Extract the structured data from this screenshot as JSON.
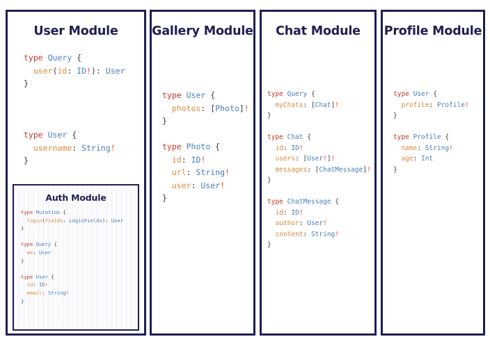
{
  "colors": {
    "border": "#1e1f50",
    "title": "#1e1f50",
    "background": "#ffffff",
    "keyword": "#c0392b",
    "type_name": "#4a7ebb",
    "field_name": "#d98a3f",
    "bang": "#e8452a",
    "punctuation": "#3b3b3b",
    "auth_panel_background": "#fbfbfd"
  },
  "panels": [
    {
      "id": "user",
      "title": "User Module",
      "code_lines": [
        [
          {
            "t": "type ",
            "c": "kw"
          },
          {
            "t": "Query",
            "c": "tn"
          },
          {
            "t": " {",
            "c": "pn"
          }
        ],
        [
          {
            "t": "  ",
            "c": "pn"
          },
          {
            "t": "user",
            "c": "fn"
          },
          {
            "t": "(",
            "c": "pn"
          },
          {
            "t": "id",
            "c": "fn"
          },
          {
            "t": ": ",
            "c": "pn"
          },
          {
            "t": "ID",
            "c": "tn"
          },
          {
            "t": "!",
            "c": "bang"
          },
          {
            "t": "): ",
            "c": "pn"
          },
          {
            "t": "User",
            "c": "tn"
          }
        ],
        [
          {
            "t": "}",
            "c": "pn"
          }
        ],
        [
          {
            "t": "",
            "c": "pn"
          }
        ],
        [
          {
            "t": "",
            "c": "pn"
          }
        ],
        [
          {
            "t": "",
            "c": "pn"
          }
        ],
        [
          {
            "t": "type ",
            "c": "kw"
          },
          {
            "t": "User",
            "c": "tn"
          },
          {
            "t": " {",
            "c": "pn"
          }
        ],
        [
          {
            "t": "  ",
            "c": "pn"
          },
          {
            "t": "username",
            "c": "fn"
          },
          {
            "t": ": ",
            "c": "pn"
          },
          {
            "t": "String",
            "c": "tn"
          },
          {
            "t": "!",
            "c": "bang"
          }
        ],
        [
          {
            "t": "}",
            "c": "pn"
          }
        ]
      ]
    },
    {
      "id": "auth",
      "title": "Auth Module",
      "code_lines": [
        [
          {
            "t": "type ",
            "c": "kw"
          },
          {
            "t": "Mutation",
            "c": "tn"
          },
          {
            "t": " {",
            "c": "pn"
          }
        ],
        [
          {
            "t": "  ",
            "c": "pn"
          },
          {
            "t": "login",
            "c": "fn"
          },
          {
            "t": "(",
            "c": "pn"
          },
          {
            "t": "fields",
            "c": "fn"
          },
          {
            "t": ": ",
            "c": "pn"
          },
          {
            "t": "LoginFields",
            "c": "tn"
          },
          {
            "t": "): ",
            "c": "pn"
          },
          {
            "t": "User",
            "c": "tn"
          }
        ],
        [
          {
            "t": "}",
            "c": "pn"
          }
        ],
        [
          {
            "t": "",
            "c": "pn"
          }
        ],
        [
          {
            "t": "type ",
            "c": "kw"
          },
          {
            "t": "Query",
            "c": "tn"
          },
          {
            "t": " {",
            "c": "pn"
          }
        ],
        [
          {
            "t": "  ",
            "c": "pn"
          },
          {
            "t": "me",
            "c": "fn"
          },
          {
            "t": ": ",
            "c": "pn"
          },
          {
            "t": "User",
            "c": "tn"
          }
        ],
        [
          {
            "t": "}",
            "c": "pn"
          }
        ],
        [
          {
            "t": "",
            "c": "pn"
          }
        ],
        [
          {
            "t": "type ",
            "c": "kw"
          },
          {
            "t": "User",
            "c": "tn"
          },
          {
            "t": " {",
            "c": "pn"
          }
        ],
        [
          {
            "t": "  ",
            "c": "pn"
          },
          {
            "t": "id",
            "c": "fn"
          },
          {
            "t": ": ",
            "c": "pn"
          },
          {
            "t": "ID",
            "c": "tn"
          },
          {
            "t": "!",
            "c": "bang"
          }
        ],
        [
          {
            "t": "  ",
            "c": "pn"
          },
          {
            "t": "email",
            "c": "fn"
          },
          {
            "t": ": ",
            "c": "pn"
          },
          {
            "t": "String",
            "c": "tn"
          },
          {
            "t": "!",
            "c": "bang"
          }
        ],
        [
          {
            "t": "}",
            "c": "pn"
          }
        ]
      ]
    },
    {
      "id": "gallery",
      "title": "Gallery Module",
      "code_lines": [
        [
          {
            "t": "type ",
            "c": "kw"
          },
          {
            "t": "User",
            "c": "tn"
          },
          {
            "t": " {",
            "c": "pn"
          }
        ],
        [
          {
            "t": "  ",
            "c": "pn"
          },
          {
            "t": "photos",
            "c": "fn"
          },
          {
            "t": ": [",
            "c": "pn"
          },
          {
            "t": "Photo",
            "c": "tn"
          },
          {
            "t": "]",
            "c": "pn"
          },
          {
            "t": "!",
            "c": "bang"
          }
        ],
        [
          {
            "t": "}",
            "c": "pn"
          }
        ],
        [
          {
            "t": "",
            "c": "pn"
          }
        ],
        [
          {
            "t": "type ",
            "c": "kw"
          },
          {
            "t": "Photo",
            "c": "tn"
          },
          {
            "t": " {",
            "c": "pn"
          }
        ],
        [
          {
            "t": "  ",
            "c": "pn"
          },
          {
            "t": "id",
            "c": "fn"
          },
          {
            "t": ": ",
            "c": "pn"
          },
          {
            "t": "ID",
            "c": "tn"
          },
          {
            "t": "!",
            "c": "bang"
          }
        ],
        [
          {
            "t": "  ",
            "c": "pn"
          },
          {
            "t": "url",
            "c": "fn"
          },
          {
            "t": ": ",
            "c": "pn"
          },
          {
            "t": "String",
            "c": "tn"
          },
          {
            "t": "!",
            "c": "bang"
          }
        ],
        [
          {
            "t": "  ",
            "c": "pn"
          },
          {
            "t": "user",
            "c": "fn"
          },
          {
            "t": ": ",
            "c": "pn"
          },
          {
            "t": "User",
            "c": "tn"
          },
          {
            "t": "!",
            "c": "bang"
          }
        ],
        [
          {
            "t": "}",
            "c": "pn"
          }
        ]
      ]
    },
    {
      "id": "chat",
      "title": "Chat Module",
      "code_lines": [
        [
          {
            "t": "type ",
            "c": "kw"
          },
          {
            "t": "Query",
            "c": "tn"
          },
          {
            "t": " {",
            "c": "pn"
          }
        ],
        [
          {
            "t": "  ",
            "c": "pn"
          },
          {
            "t": "myChats",
            "c": "fn"
          },
          {
            "t": ": [",
            "c": "pn"
          },
          {
            "t": "Chat",
            "c": "tn"
          },
          {
            "t": "]",
            "c": "pn"
          },
          {
            "t": "!",
            "c": "bang"
          }
        ],
        [
          {
            "t": "}",
            "c": "pn"
          }
        ],
        [
          {
            "t": "",
            "c": "pn"
          }
        ],
        [
          {
            "t": "type ",
            "c": "kw"
          },
          {
            "t": "Chat",
            "c": "tn"
          },
          {
            "t": " {",
            "c": "pn"
          }
        ],
        [
          {
            "t": "  ",
            "c": "pn"
          },
          {
            "t": "id",
            "c": "fn"
          },
          {
            "t": ": ",
            "c": "pn"
          },
          {
            "t": "ID",
            "c": "tn"
          },
          {
            "t": "!",
            "c": "bang"
          }
        ],
        [
          {
            "t": "  ",
            "c": "pn"
          },
          {
            "t": "users",
            "c": "fn"
          },
          {
            "t": ": [",
            "c": "pn"
          },
          {
            "t": "User",
            "c": "tn"
          },
          {
            "t": "!",
            "c": "bang"
          },
          {
            "t": "]",
            "c": "pn"
          },
          {
            "t": "!",
            "c": "bang"
          }
        ],
        [
          {
            "t": "  ",
            "c": "pn"
          },
          {
            "t": "messages",
            "c": "fn"
          },
          {
            "t": ": [",
            "c": "pn"
          },
          {
            "t": "ChatMessage",
            "c": "tn"
          },
          {
            "t": "]",
            "c": "pn"
          },
          {
            "t": "!",
            "c": "bang"
          }
        ],
        [
          {
            "t": "}",
            "c": "pn"
          }
        ],
        [
          {
            "t": "",
            "c": "pn"
          }
        ],
        [
          {
            "t": "type ",
            "c": "kw"
          },
          {
            "t": "ChatMessage",
            "c": "tn"
          },
          {
            "t": " {",
            "c": "pn"
          }
        ],
        [
          {
            "t": "  ",
            "c": "pn"
          },
          {
            "t": "id",
            "c": "fn"
          },
          {
            "t": ": ",
            "c": "pn"
          },
          {
            "t": "ID",
            "c": "tn"
          },
          {
            "t": "!",
            "c": "bang"
          }
        ],
        [
          {
            "t": "  ",
            "c": "pn"
          },
          {
            "t": "author",
            "c": "fn"
          },
          {
            "t": ": ",
            "c": "pn"
          },
          {
            "t": "User",
            "c": "tn"
          },
          {
            "t": "!",
            "c": "bang"
          }
        ],
        [
          {
            "t": "  ",
            "c": "pn"
          },
          {
            "t": "content",
            "c": "fn"
          },
          {
            "t": ": ",
            "c": "pn"
          },
          {
            "t": "String",
            "c": "tn"
          },
          {
            "t": "!",
            "c": "bang"
          }
        ],
        [
          {
            "t": "}",
            "c": "pn"
          }
        ]
      ]
    },
    {
      "id": "profile",
      "title": "Profile Module",
      "code_lines": [
        [
          {
            "t": "type ",
            "c": "kw"
          },
          {
            "t": "User",
            "c": "tn"
          },
          {
            "t": " {",
            "c": "pn"
          }
        ],
        [
          {
            "t": "  ",
            "c": "pn"
          },
          {
            "t": "profile",
            "c": "fn"
          },
          {
            "t": ": ",
            "c": "pn"
          },
          {
            "t": "Profile",
            "c": "tn"
          },
          {
            "t": "!",
            "c": "bang"
          }
        ],
        [
          {
            "t": "}",
            "c": "pn"
          }
        ],
        [
          {
            "t": "",
            "c": "pn"
          }
        ],
        [
          {
            "t": "type ",
            "c": "kw"
          },
          {
            "t": "Profile",
            "c": "tn"
          },
          {
            "t": " {",
            "c": "pn"
          }
        ],
        [
          {
            "t": "  ",
            "c": "pn"
          },
          {
            "t": "name",
            "c": "fn"
          },
          {
            "t": ": ",
            "c": "pn"
          },
          {
            "t": "String",
            "c": "tn"
          },
          {
            "t": "!",
            "c": "bang"
          }
        ],
        [
          {
            "t": "  ",
            "c": "pn"
          },
          {
            "t": "age",
            "c": "fn"
          },
          {
            "t": ": ",
            "c": "pn"
          },
          {
            "t": "Int",
            "c": "tn"
          }
        ],
        [
          {
            "t": "}",
            "c": "pn"
          }
        ]
      ]
    }
  ]
}
